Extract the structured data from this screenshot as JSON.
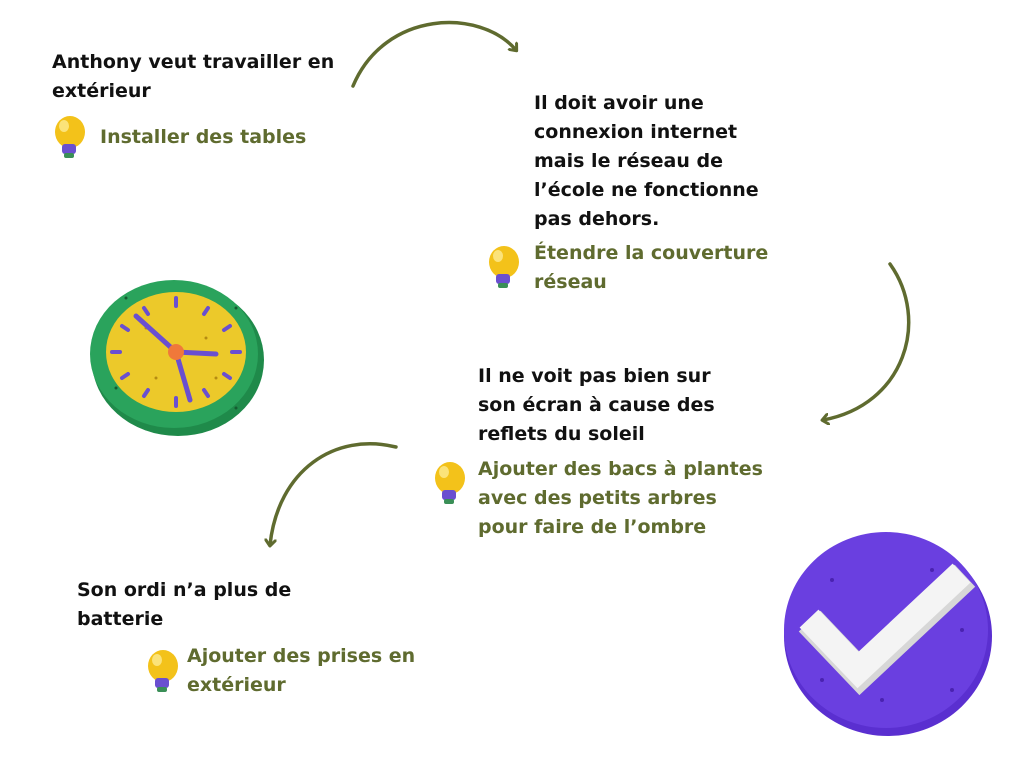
{
  "steps": [
    {
      "problem": "Anthony veut travailler en extérieur",
      "solution": "Installer des tables"
    },
    {
      "problem": "Il doit avoir une connexion internet mais le réseau de l’école ne fonctionne pas dehors.",
      "solution": "Étendre la couverture réseau"
    },
    {
      "problem": "Il ne voit pas bien sur son écran à cause des reflets du soleil",
      "solution": "Ajouter des bacs à plantes avec des petits arbres pour faire de l’ombre"
    },
    {
      "problem": "Son ordi n’a plus de batterie",
      "solution": "Ajouter des prises en extérieur"
    }
  ],
  "colors": {
    "problem_text": "#111111",
    "solution_text": "#5f6b2f",
    "arrow": "#5f6b2f",
    "clock_ring": "#2aa35c",
    "clock_face": "#ecc92a",
    "clock_hands": "#6a4fd0",
    "check_badge": "#6a3fe0",
    "check_mark": "#f4f4f4",
    "bulb": "#f3c21a"
  },
  "icons": [
    "lightbulb-icon",
    "clock-icon",
    "checkmark-badge-icon",
    "curved-arrow-icon"
  ]
}
